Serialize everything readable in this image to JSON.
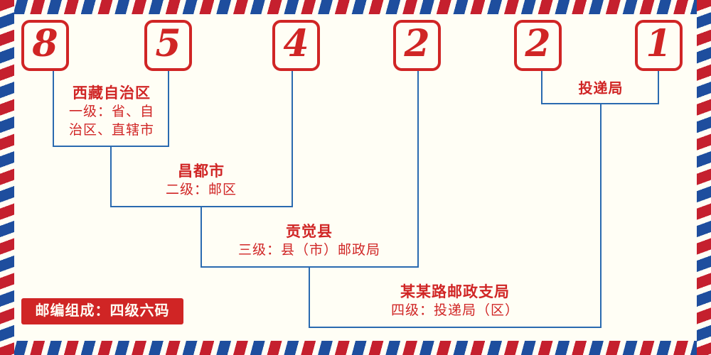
{
  "postal": {
    "digits": [
      "8",
      "5",
      "4",
      "2",
      "2",
      "1"
    ]
  },
  "levels": {
    "level1": {
      "name": "西藏自治区",
      "desc_line1": "一级：省、自",
      "desc_line2": "治区、直辖市"
    },
    "level2": {
      "name": "昌都市",
      "desc": "二级：邮区"
    },
    "level3": {
      "name": "贡觉县",
      "desc": "三级：县（市）邮政局"
    },
    "level4": {
      "name": "某某路邮政支局",
      "desc": "四级：投递局（区）"
    },
    "delivery": {
      "label": "投递局"
    }
  },
  "footer": {
    "composition": "邮编组成：四级六码"
  },
  "colors": {
    "red": "#d02525",
    "blue": "#2a6ab0",
    "background": "#fffef5"
  }
}
